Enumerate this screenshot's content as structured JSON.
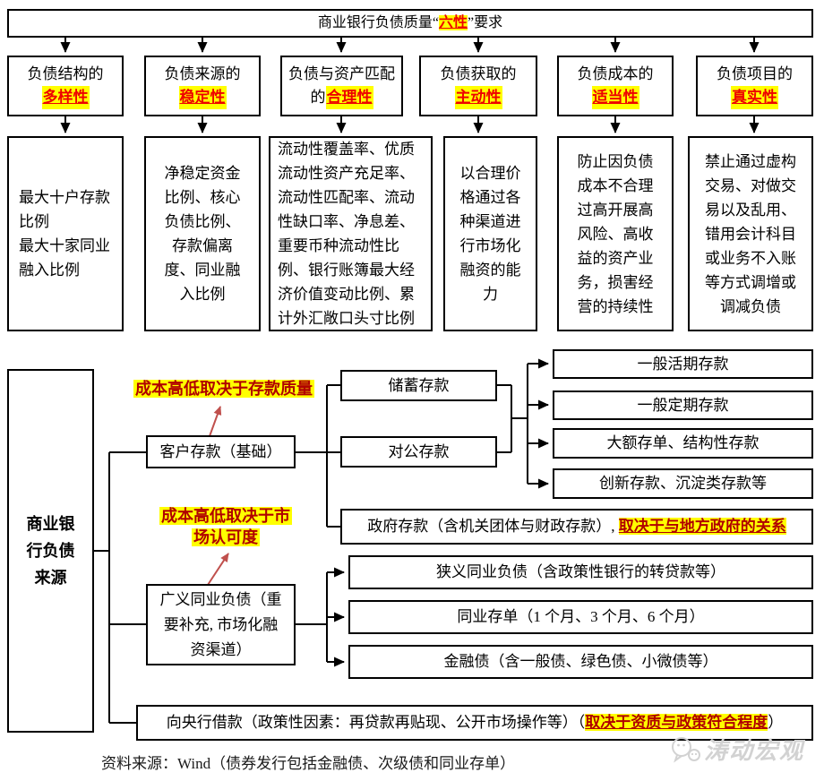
{
  "title": {
    "pre": "商业银行负债质量“",
    "hl": "六性",
    "post": "”要求"
  },
  "requirements": [
    {
      "pre": "负债结构的",
      "hl": "多样性",
      "detail": "最大十户存款比例\n最大十家同业融入比例"
    },
    {
      "pre": "负债来源的",
      "hl": "稳定性",
      "detail": "净稳定资金比例、核心负债比例、存款偏离度、同业融入比例"
    },
    {
      "pre": "负债与资产匹配的",
      "hl": "合理性",
      "detail": "流动性覆盖率、优质流动性资产充足率、流动性匹配率、流动性缺口率、净息差、重要币种流动性比例、银行账簿最大经济价值变动比例、累计外汇敞口头寸比例"
    },
    {
      "pre": "负债获取的",
      "hl": "主动性",
      "detail": "以合理价格通过各种渠道进行市场化融资的能力"
    },
    {
      "pre": "负债成本的",
      "hl": "适当性",
      "detail": "防止因负债成本不合理过高开展高风险、高收益的资产业务，损害经营的持续性"
    },
    {
      "pre": "负债项目的",
      "hl": "真实性",
      "detail": "禁止通过虚构交易、对做交易以及乱用、错用会计科目或业务不入账等方式调增或调减负债"
    }
  ],
  "sources": {
    "root": "商业银行负债来源",
    "note_deposit": "成本高低取决于存款质量",
    "note_market": "成本高低取决于市场认可度",
    "customer": "客户存款（基础）",
    "savings": "储蓄存款",
    "corporate": "对公存款",
    "deposit_types": [
      "一般活期存款",
      "一般定期存款",
      "大额存单、结构性存款",
      "创新存款、沉淀类存款等"
    ],
    "government": {
      "pre": "政府存款（含机关团体与财政存款）, ",
      "hl": "取决于与地方政府的关系"
    },
    "interbank": "广义同业负债（重要补充, 市场化融资渠道）",
    "interbank_types": [
      "狭义同业负债（含政策性银行的转贷款等）",
      "同业存单（1 个月、3 个月、6 个月）",
      "金融债（含一般债、绿色债、小微债等）"
    ],
    "central_bank": {
      "pre": "向央行借款（政策性因素：再贷款再贴现、公开市场操作等）（",
      "hl": "取决于资质与政策符合程度",
      "post": "）"
    }
  },
  "footer": {
    "source": "资料来源：Wind（债券发行包括金融债、次级债和同业存单）",
    "watermark": "涛动宏观"
  },
  "colors": {
    "highlight_bg": "#ffff00",
    "highlight_red": "#ee0000",
    "dark_red": "#b00000",
    "arrow_red": "#c0504d"
  }
}
